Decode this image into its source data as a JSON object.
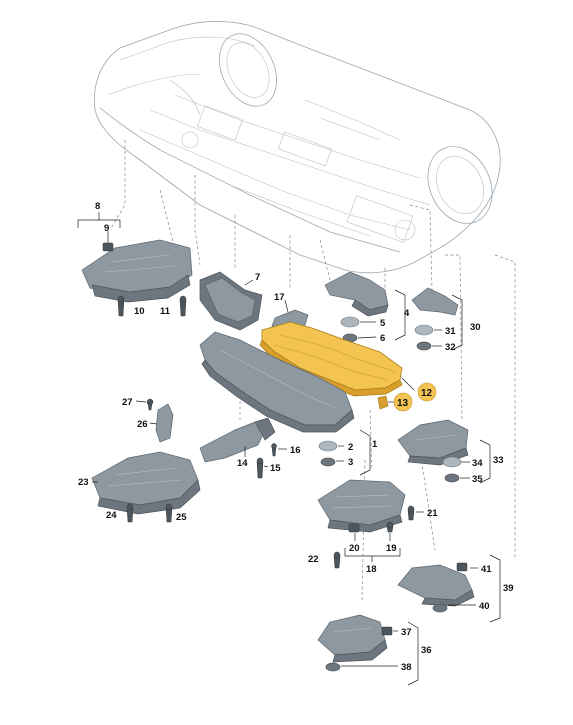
{
  "diagram": {
    "labels": {
      "l1": "1",
      "l2": "2",
      "l3": "3",
      "l4": "4",
      "l5": "5",
      "l6": "6",
      "l7": "7",
      "l8": "8",
      "l9": "9",
      "l10": "10",
      "l11": "11",
      "l12": "12",
      "l13": "13",
      "l14": "14",
      "l15": "15",
      "l16": "16",
      "l17": "17",
      "l18": "18",
      "l19": "19",
      "l20": "20",
      "l21": "21",
      "l22": "22",
      "l23": "23",
      "l24": "24",
      "l25": "25",
      "l26": "26",
      "l27": "27",
      "l30": "30",
      "l31": "31",
      "l32": "32",
      "l33": "33",
      "l34": "34",
      "l35": "35",
      "l36": "36",
      "l37": "37",
      "l38": "38",
      "l39": "39",
      "l40": "40",
      "l41": "41"
    },
    "highlighted_parts": [
      "12",
      "13"
    ],
    "colors": {
      "highlight": "#f3c451",
      "part": "#8e98a1",
      "outline": "#9aa6b0"
    }
  }
}
